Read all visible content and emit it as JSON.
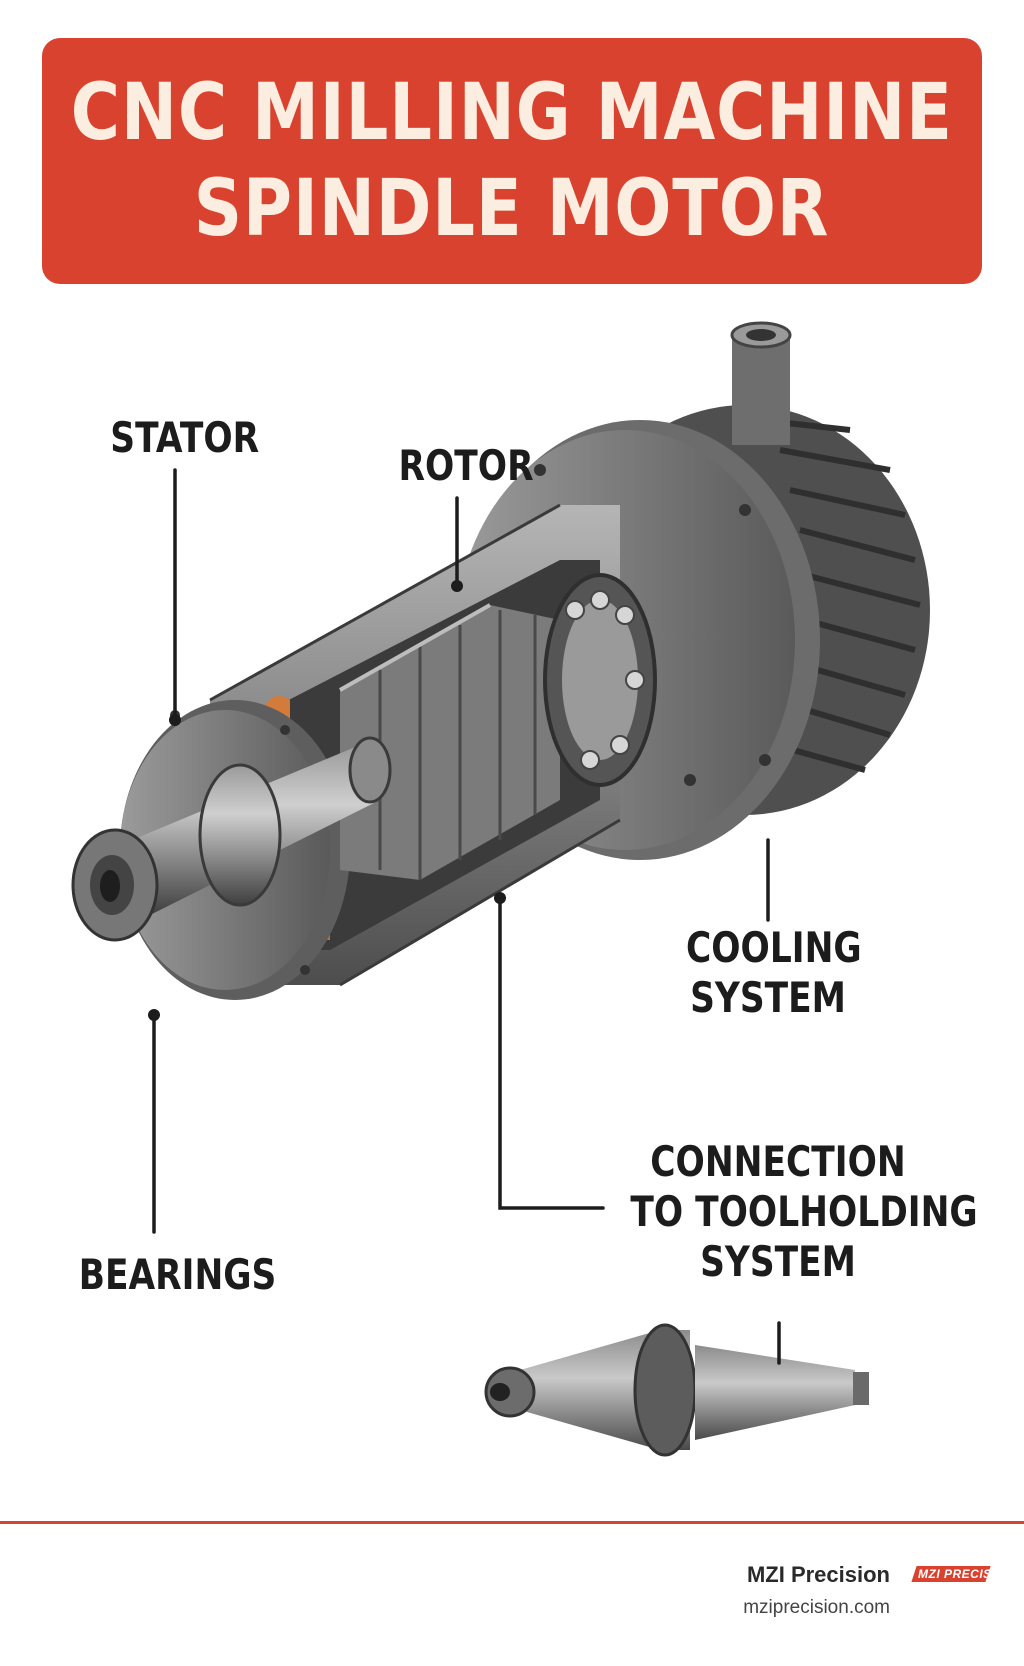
{
  "title": {
    "line1": "CNC MILLING MACHINE",
    "line2": "SPINDLE MOTOR"
  },
  "labels": {
    "stator": "STATOR",
    "rotor": "ROTOR",
    "cooling_line1": "COOLING",
    "cooling_line2": "SYSTEM",
    "connection_line1": "CONNECTION",
    "connection_line2": "TO TOOLHOLDING",
    "connection_line3": "SYSTEM",
    "bearings": "BEARINGS"
  },
  "footer": {
    "brand": "MZI Precision",
    "url": "mziprecision.com",
    "logo_text": "MZI PRECISION"
  },
  "colors": {
    "accent": "#d9422e",
    "banner_text": "#fbeee0",
    "copper": "#c8692a",
    "steel": "#7a7a7a"
  }
}
